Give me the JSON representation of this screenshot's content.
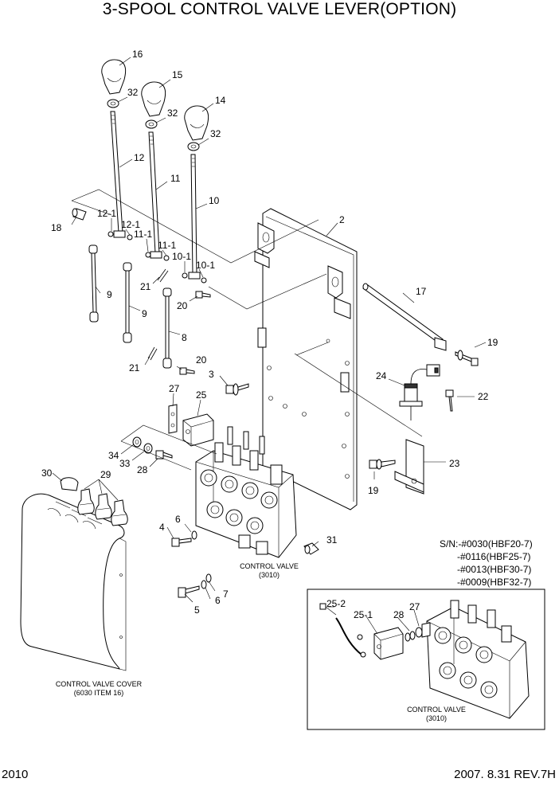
{
  "title": "3-SPOOL CONTROL VALVE LEVER(OPTION)",
  "page_number": "2010",
  "revision": "2007. 8.31  REV.7H",
  "serial_numbers": [
    "S/N:-#0030(HBF20-7)",
    "-#0116(HBF25-7)",
    "-#0013(HBF30-7)",
    "-#0009(HBF32-7)"
  ],
  "captions": {
    "control_valve_main": [
      "CONTROL VALVE",
      "(3010)"
    ],
    "control_valve_cover": [
      "CONTROL VALVE COVER",
      "(6030 ITEM 16)"
    ],
    "control_valve_inset": [
      "CONTROL VALVE",
      "(3010)"
    ]
  },
  "callouts": {
    "c16": "16",
    "c15": "15",
    "c14": "14",
    "c32a": "32",
    "c32b": "32",
    "c32c": "32",
    "c12": "12",
    "c11": "11",
    "c10": "10",
    "c2": "2",
    "c18": "18",
    "c12_1a": "12-1",
    "c12_1b": "12-1",
    "c11_1a": "11-1",
    "c11_1b": "11-1",
    "c10_1a": "10-1",
    "c10_1b": "10-1",
    "c21a": "21",
    "c21b": "21",
    "c20a": "20",
    "c20b": "20",
    "c9a": "9",
    "c9b": "9",
    "c8": "8",
    "c17": "17",
    "c19a": "19",
    "c19b": "19",
    "c3": "3",
    "c24": "24",
    "c22": "22",
    "c23": "23",
    "c27a": "27",
    "c25": "25",
    "c34": "34",
    "c33": "33",
    "c28a": "28",
    "c30": "30",
    "c29": "29",
    "c6a": "6",
    "c4": "4",
    "c31": "31",
    "c7": "7",
    "c6b": "6",
    "c5": "5",
    "c25_2": "25-2",
    "c25_1": "25-1",
    "c28b": "28",
    "c27b": "27"
  }
}
